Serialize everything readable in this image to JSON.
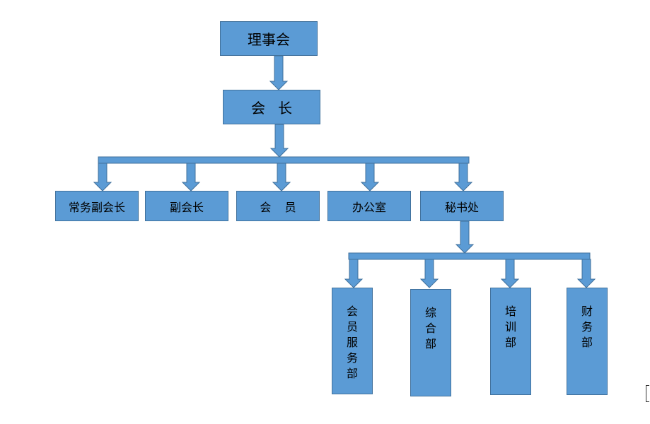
{
  "colors": {
    "box_fill": "#5b9bd5",
    "box_border": "#41719c",
    "connector": "#5b9bd5"
  },
  "nodes": {
    "board": "理事会",
    "president": "会长",
    "executive_vice_president": "常务副会长",
    "vice_president": "副会长",
    "members": "会员",
    "office": "办公室",
    "secretariat": "秘书处",
    "member_services": "会员服务部",
    "general_affairs": "综合部",
    "training": "培训部",
    "finance": "财务部"
  }
}
